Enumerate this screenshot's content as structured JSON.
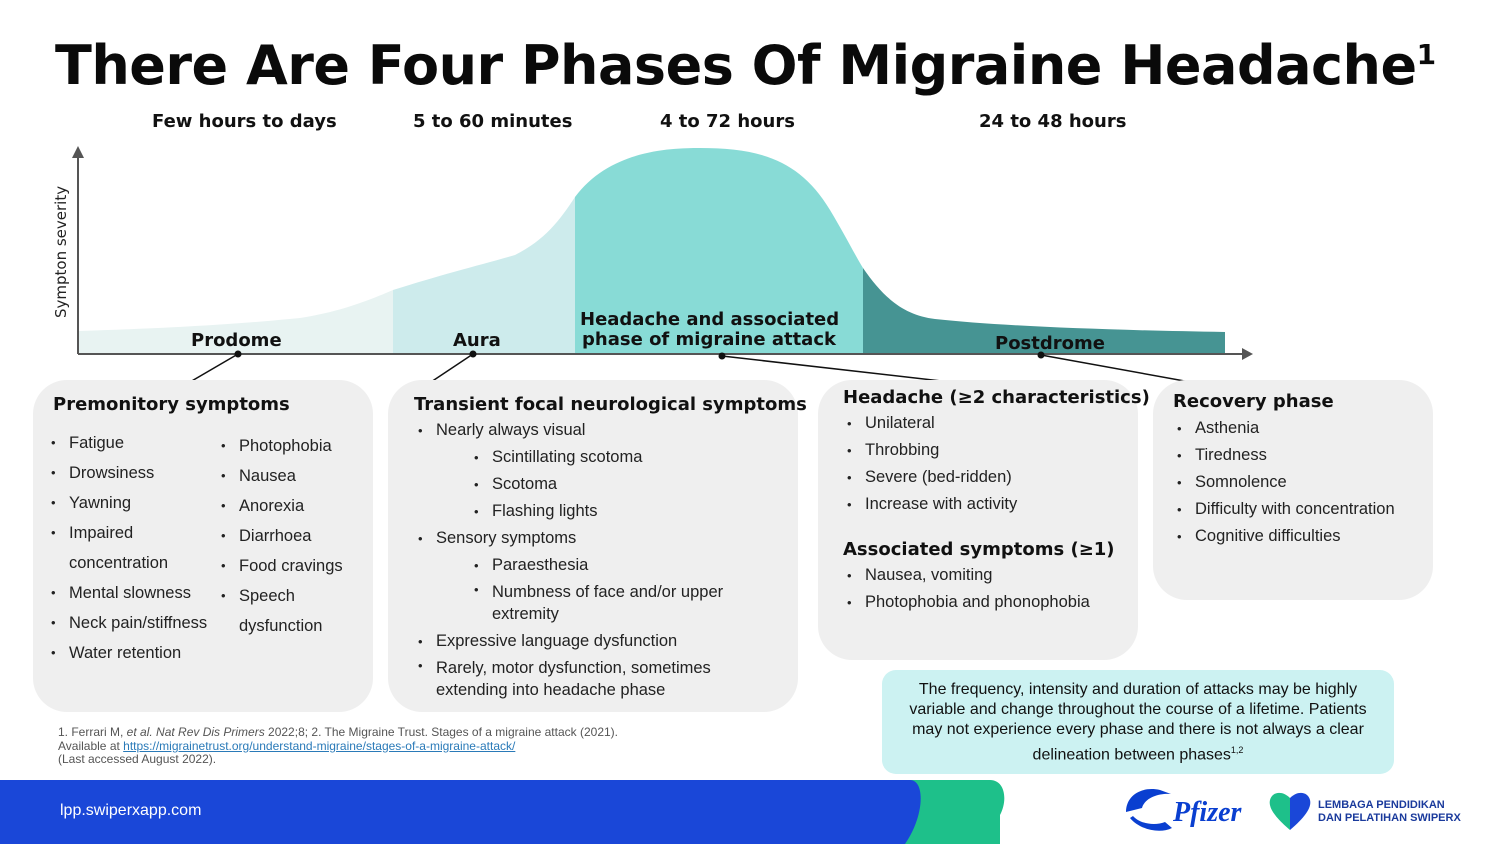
{
  "title": "There Are Four Phases Of Migraine Headache",
  "title_sup": "1",
  "durations": [
    "Few hours to days",
    "5 to 60 minutes",
    "4 to 72 hours",
    "24 to 48 hours"
  ],
  "y_axis_label": "Sympton severity",
  "phases": {
    "prodome": "Prodome",
    "aura": "Aura",
    "headache_line1": "Headache and associated",
    "headache_line2": "phase of migraine attack",
    "postdrome": "Postdrome"
  },
  "prodome_card": {
    "title": "Premonitory symptoms",
    "col1": [
      "Fatigue",
      "Drowsiness",
      "Yawning",
      "Impaired concentration",
      "Mental slowness",
      "Neck pain/stiffness",
      "Water retention"
    ],
    "col2": [
      "Photophobia",
      "Nausea",
      "Anorexia",
      "Diarrhoea",
      "Food cravings",
      "Speech dysfunction"
    ]
  },
  "aura_card": {
    "title": "Transient focal neurological symptoms",
    "items": [
      {
        "text": "Nearly always visual",
        "level": 0
      },
      {
        "text": "Scintillating scotoma",
        "level": 1
      },
      {
        "text": "Scotoma",
        "level": 1
      },
      {
        "text": "Flashing lights",
        "level": 1
      },
      {
        "text": "Sensory symptoms",
        "level": 0
      },
      {
        "text": "Paraesthesia",
        "level": 1
      },
      {
        "text": "Numbness of face and/or upper extremity",
        "level": 1
      },
      {
        "text": "Expressive language dysfunction",
        "level": 0
      },
      {
        "text": "Rarely, motor dysfunction, sometimes extending into headache phase",
        "level": 0
      }
    ]
  },
  "headache_card": {
    "title1": "Headache (≥2 characteristics)",
    "items1": [
      "Unilateral",
      "Throbbing",
      "Severe (bed-ridden)",
      "Increase with activity"
    ],
    "title2": "Associated symptoms (≥1)",
    "items2": [
      "Nausea, vomiting",
      "Photophobia and phonophobia"
    ]
  },
  "postdrome_card": {
    "title": "Recovery phase",
    "items": [
      "Asthenia",
      "Tiredness",
      "Somnolence",
      "Difficulty with concentration",
      "Cognitive difficulties"
    ]
  },
  "note": {
    "text": "The frequency, intensity and duration of attacks may be highly variable and change throughout the course of a lifetime. Patients may not experience every phase and there is not always a clear delineation between phases",
    "sup": "1,2"
  },
  "refs": {
    "line1_a": "1. Ferrari M, ",
    "line1_b": "et al. Nat Rev Dis Primers",
    "line1_c": " 2022;8; 2. The Migraine Trust. Stages of a migraine attack (2021).",
    "line2_a": "Available at ",
    "line2_link": "https://migrainetrust.org/understand-migraine/stages-of-a-migraine-attack/",
    "line3": "(Last accessed August 2022)."
  },
  "footer": {
    "url": "lpp.swiperxapp.com",
    "pfizer": "Pfizer",
    "lpp_line1": "LEMBAGA PENDIDIKAN",
    "lpp_line2": "DAN PELATIHAN SWIPERX"
  },
  "colors": {
    "prodome": "#e8f3f2",
    "aura": "#cdebec",
    "headache": "#88dbd6",
    "postdrome": "#469493",
    "footer_blue": "#1a47d8",
    "footer_green": "#1ec08a",
    "note_bg": "#ccf2f2"
  }
}
